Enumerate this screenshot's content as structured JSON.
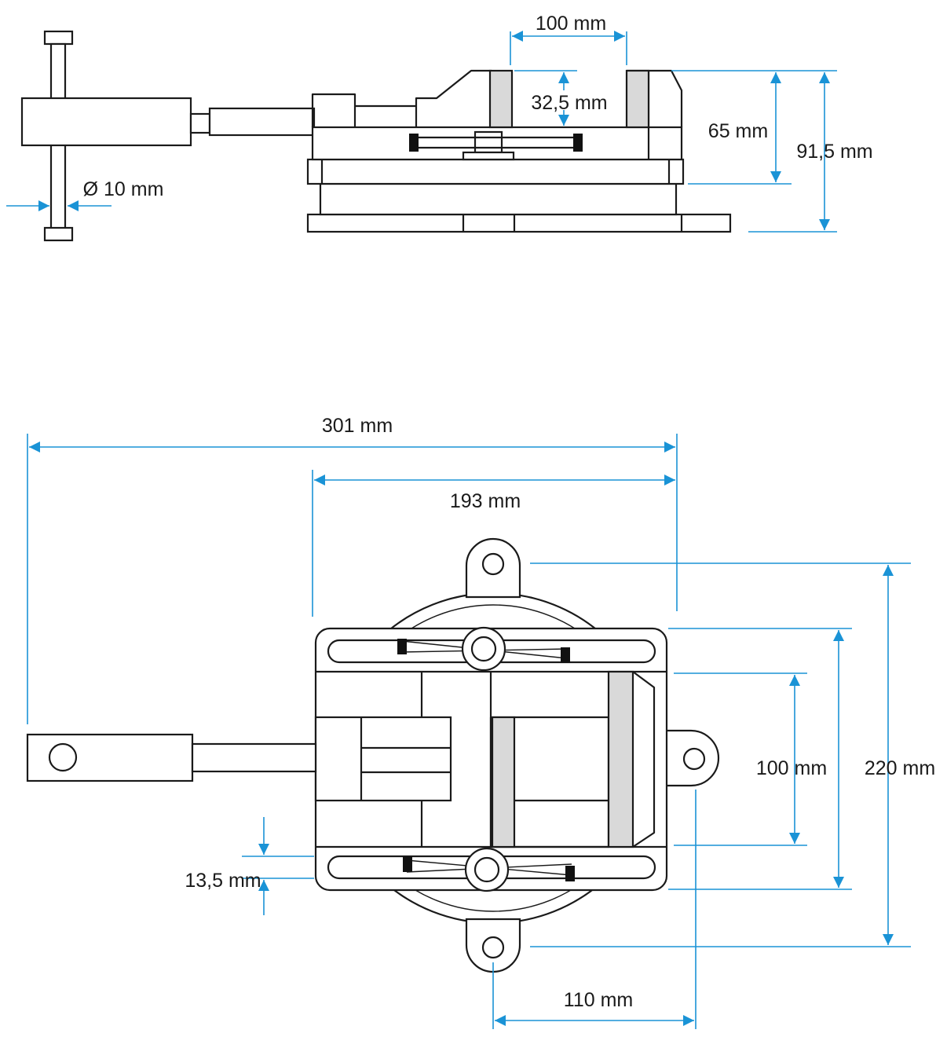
{
  "side_view": {
    "dim_jaw_width": "100 mm",
    "dim_jaw_height": "32,5 mm",
    "dim_height_65": "65 mm",
    "dim_total_height": "91,5 mm",
    "dim_handle_diameter": "Ø 10 mm"
  },
  "top_view": {
    "dim_total_length": "301 mm",
    "dim_body_length": "193 mm",
    "dim_jaw_opening": "100 mm",
    "dim_total_width": "220 mm",
    "dim_slot_width": "13,5 mm",
    "dim_hole_spacing": "110 mm"
  },
  "colors": {
    "dimension_line": "#1a93d6",
    "drawing_line": "#1a1a1a",
    "jaw_fill": "#d9d9d9"
  }
}
